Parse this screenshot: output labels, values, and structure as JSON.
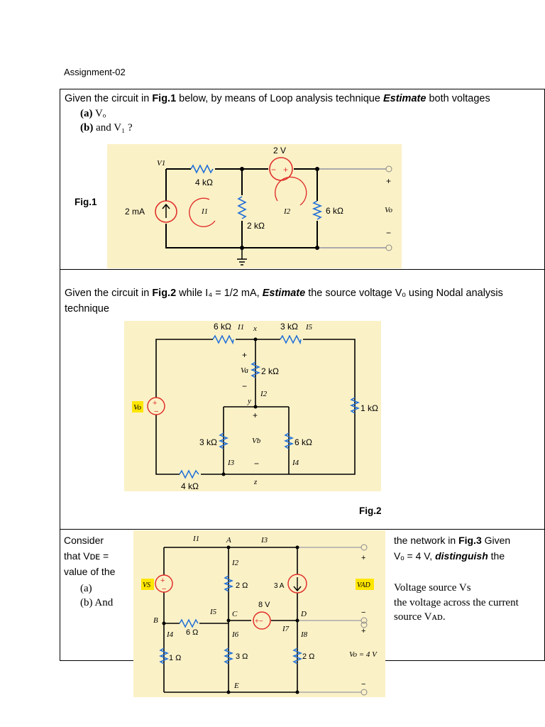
{
  "document": {
    "title": "Assignment-02"
  },
  "q1": {
    "lead": "Given the circuit in ",
    "fig_ref": "Fig.1",
    "middle": " below, by means of Loop analysis technique ",
    "verb": "Estimate",
    "tail": " both voltages",
    "part_a_label": "(a)",
    "part_a_text": " Vₒ",
    "part_b_label": "(b)",
    "part_b_text": " and V₁ ?",
    "fig_label": "Fig.1",
    "circuit": {
      "v1": "V1",
      "r1": "4 kΩ",
      "vsrc": "2 V",
      "isrc": "2 mA",
      "loop1": "I1",
      "loop2": "I2",
      "r2": "2 kΩ",
      "r3": "6 kΩ",
      "plus": "+",
      "minus": "−",
      "vo": "Vo"
    }
  },
  "q2": {
    "lead": "Given the circuit in ",
    "fig_ref": "Fig.2",
    "middle": " while I₄ = 1/2 mA, ",
    "verb": "Estimate",
    "tail": " the source voltage Vₒ using Nodal analysis technique",
    "fig_label": "Fig.2",
    "circuit": {
      "r_top_left": "6 kΩ",
      "i1": "I1",
      "node_x": "x",
      "r_top_right": "3 kΩ",
      "i5": "I5",
      "va": "Va",
      "r_mid": "2 kΩ",
      "i2": "I2",
      "node_y": "y",
      "vo": "Vo",
      "r_right": "1 kΩ",
      "r_3k": "3 kΩ",
      "vb": "Vb",
      "r_6k": "6 kΩ",
      "i3": "I3",
      "i4": "I4",
      "r_bottom": "4 kΩ",
      "node_z": "z"
    }
  },
  "q3": {
    "left_line1": "Consider",
    "left_line2": "that Vᴅᴇ =",
    "left_line3": "value of the",
    "left_a": "(a)",
    "left_b": "(b) And",
    "right_line1": "the network in ",
    "right_fig_ref": "Fig.3",
    "right_line1b": " Given",
    "right_line2a": "Vₒ = 4 V, ",
    "right_verb": "distinguish",
    "right_line2b": " the",
    "right_a": "Voltage source Vs",
    "right_b1": "the voltage across the current",
    "right_b2": "source Vᴀᴅ.",
    "circuit": {
      "i1": "I1",
      "node_a": "A",
      "i3": "I3",
      "i2": "I2",
      "vs": "VS",
      "r_2a": "2 Ω",
      "isrc": "3 A",
      "vad": "VAD",
      "vsrc": "8 V",
      "node_b": "B",
      "node_c": "C",
      "node_d": "D",
      "i5": "I5",
      "r_6": "6 Ω",
      "i4": "I4",
      "i6": "I6",
      "i7": "I7",
      "i8": "I8",
      "r_1": "1 Ω",
      "r_3": "3 Ω",
      "r_2b": "2 Ω",
      "vo_eq": "Vo = 4 V",
      "node_e": "E",
      "plus": "+",
      "minus": "−"
    }
  },
  "colors": {
    "figure_bg": "#fbf1c7",
    "resistor": "#1f6fd8",
    "source": "#e0312b",
    "highlight": "#ffe600"
  }
}
